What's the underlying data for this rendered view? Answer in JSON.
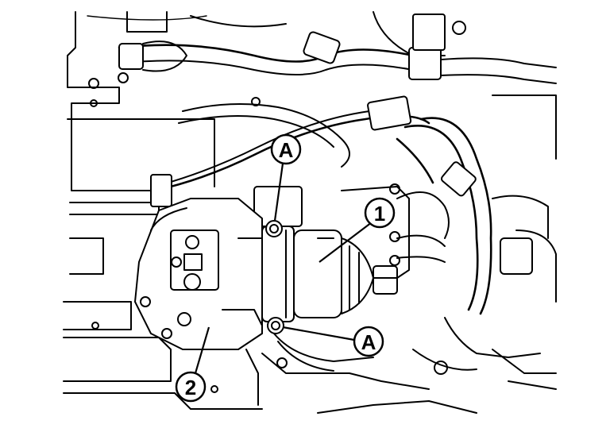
{
  "callouts": {
    "part_1": "1",
    "part_2": "2",
    "ref_a_upper": "A",
    "ref_a_lower": "A"
  },
  "colors": {
    "line": "#000000",
    "background": "#ffffff"
  }
}
